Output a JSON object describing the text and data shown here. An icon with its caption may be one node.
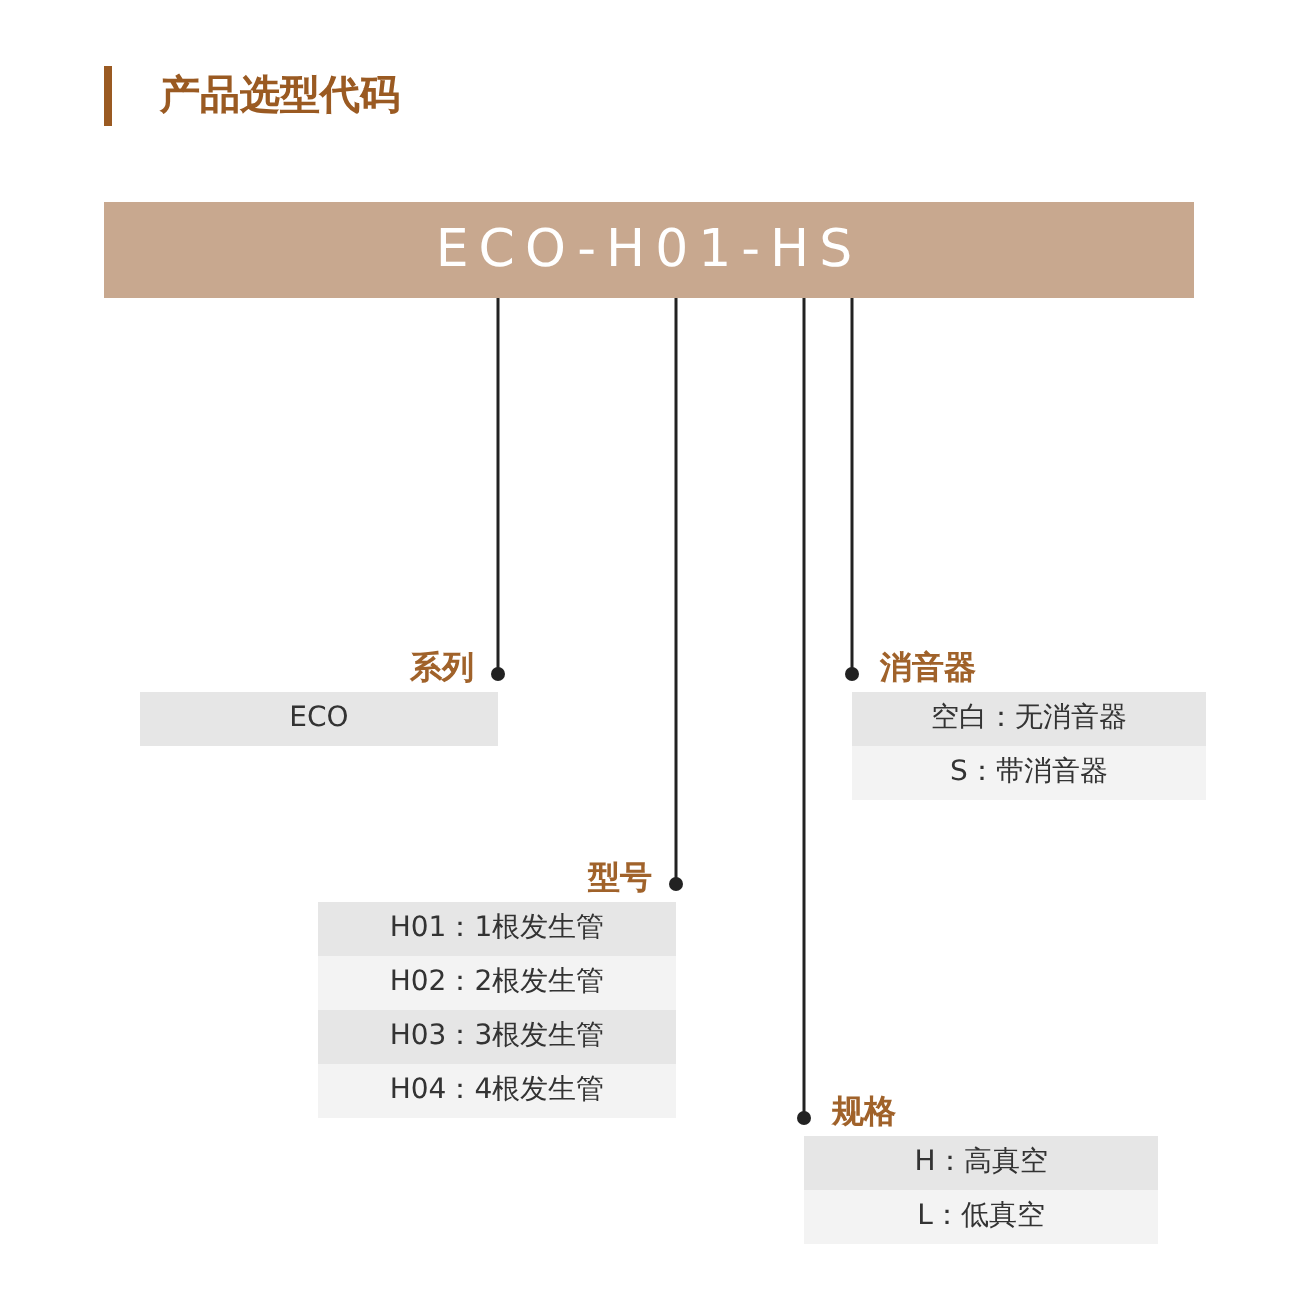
{
  "diagram": {
    "title": "产品选型代码",
    "nodes": [
      {
        "text": [
          "ECO-H01-HS"
        ]
      },
      {
        "text": [
          "系列",
          "ECO"
        ]
      },
      {
        "text": [
          "型号",
          "H01：1根发生管",
          "H02：2根发生管",
          "H03：3根发生管",
          "H04：4根发生管"
        ]
      },
      {
        "text": [
          "规格",
          "H：高真空",
          "L：低真空"
        ]
      },
      {
        "text": [
          "消音器",
          "空白：无消音器",
          "S：带消音器"
        ]
      }
    ],
    "edges": [
      {
        "from": 0,
        "to": 1,
        "arrow": "other"
      },
      {
        "from": 0,
        "to": 2,
        "arrow": "other"
      },
      {
        "from": 0,
        "to": 3,
        "arrow": "other"
      },
      {
        "from": 0,
        "to": 4,
        "arrow": "other"
      }
    ]
  }
}
